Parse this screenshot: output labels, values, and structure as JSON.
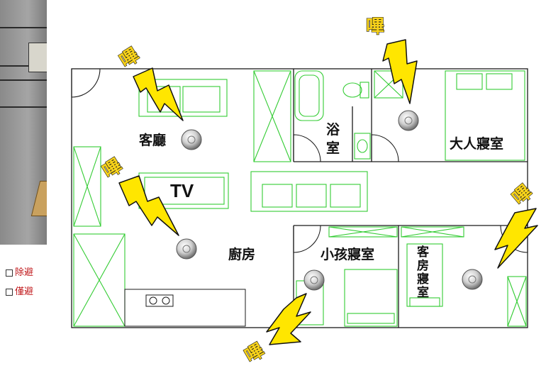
{
  "rooms": {
    "living_room": "客廳",
    "tv": "TV",
    "bathroom_line1": "浴",
    "bathroom_line2": "室",
    "master_bedroom": "大人寢室",
    "kitchen": "廚房",
    "kids_bedroom": "小孩寢室",
    "guest_bedroom": "客房寢室"
  },
  "alarm_sound": "嗶",
  "options": [
    {
      "text": "除避"
    },
    {
      "text": "僅避"
    }
  ],
  "colors": {
    "wall": "#1a1a1a",
    "furniture": "#33cc33",
    "lightning_fill": "#ffe600",
    "lightning_stroke": "#111111",
    "option_text": "#c0171a"
  },
  "icons": [
    "smoke-detector-icon",
    "lightning-bolt-icon",
    "checkbox-icon"
  ]
}
